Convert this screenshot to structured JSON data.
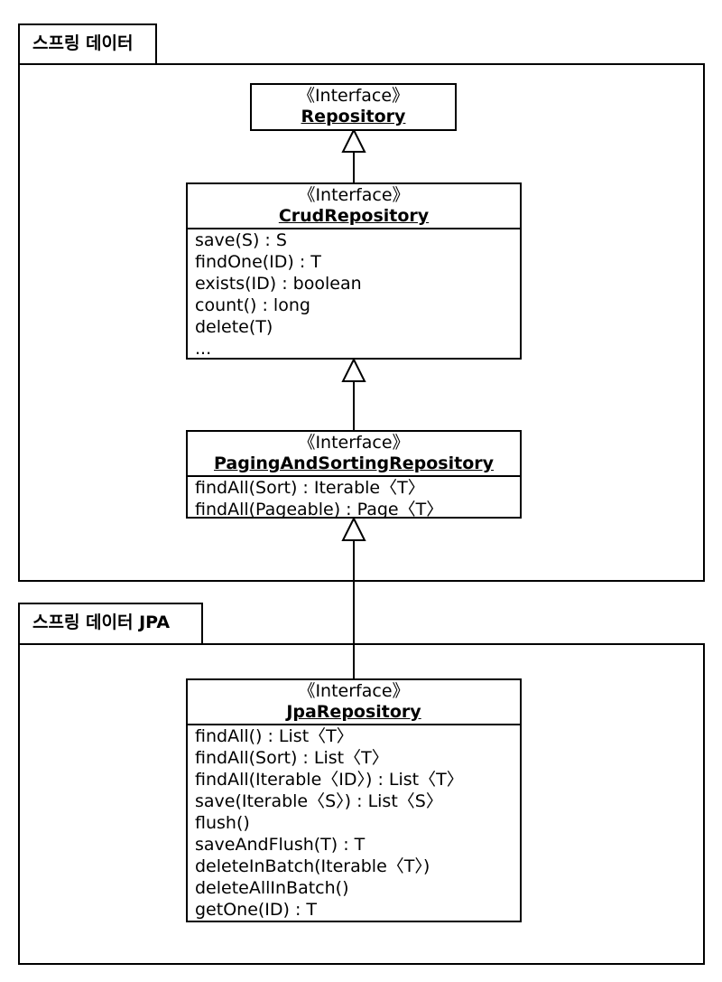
{
  "packages": {
    "spring_data": {
      "title": "스프링 데이터"
    },
    "spring_data_jpa": {
      "title": "스프링 데이터 JPA"
    }
  },
  "interfaces": {
    "repository": {
      "stereotype": "《Interface》",
      "name": "Repository",
      "operations": []
    },
    "crud_repository": {
      "stereotype": "《Interface》",
      "name": "CrudRepository",
      "operations": [
        "save(S) : S",
        "findOne(ID) : T",
        "exists(ID) : boolean",
        "count() : long",
        "delete(T)",
        "..."
      ]
    },
    "paging_repository": {
      "stereotype": "《Interface》",
      "name": "PagingAndSortingRepository",
      "operations": [
        "findAll(Sort) : Iterable〈T〉",
        "findAll(Pageable) : Page〈T〉"
      ]
    },
    "jpa_repository": {
      "stereotype": "《Interface》",
      "name": "JpaRepository",
      "operations": [
        "findAll() : List〈T〉",
        "findAll(Sort) : List〈T〉",
        "findAll(Iterable〈ID〉) : List〈T〉",
        "save(Iterable〈S〉) : List〈S〉",
        "flush()",
        "saveAndFlush(T) : T",
        "deleteInBatch(Iterable〈T〉)",
        "deleteAllInBatch()",
        "getOne(ID) : T"
      ]
    }
  }
}
